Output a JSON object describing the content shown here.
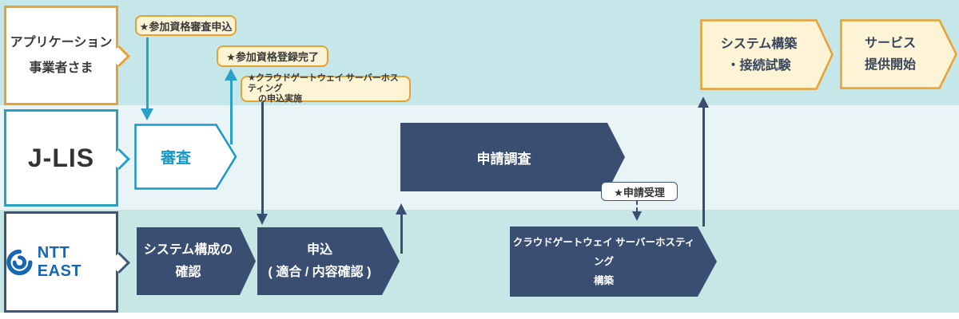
{
  "lanes": {
    "app": {
      "line1": "アプリケーション",
      "line2": "事業者さま"
    },
    "jlis": {
      "label": "J-LIS"
    },
    "ntt": {
      "logo_text": "NTT EAST"
    }
  },
  "milestones": {
    "sanka_shinsa": "★参加資格審査申込",
    "sanka_touroku": "★参加資格登録完了",
    "cgw_apply_line1": "★クラウドゲートウェイ サーバーホスティング",
    "cgw_apply_line2": "の申込実施",
    "shinsei_juri": "★申請受理"
  },
  "steps": {
    "shinsa": "審査",
    "shinsei_chosa": "申請調査",
    "system_check_line1": "システム構成の",
    "system_check_line2": "確認",
    "apply_line1": "申込",
    "apply_line2": "( 適合 / 内容確認 )",
    "cgw_build_line1": "クラウドゲートウェイ サーバーホスティング",
    "cgw_build_line2": "構築",
    "system_build_line1": "システム構築",
    "system_build_line2": "・接続試験",
    "service_start_line1": "サービス",
    "service_start_line2": "提供開始"
  },
  "colors": {
    "accent_orange": "#e9a131",
    "accent_cyan": "#2aa2c6",
    "navy": "#3a4e72",
    "cyan_stroke": "#1a96c8",
    "yellow_fill": "#fcf4d4",
    "lane1_bg": "#c5e7ea",
    "lane2_bg": "#e8f4f6",
    "lane3_bg": "#c6e7e5",
    "logo_blue": "#1766b3"
  }
}
